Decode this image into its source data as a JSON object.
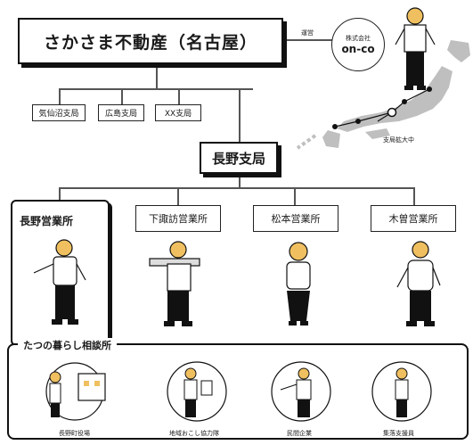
{
  "hq": {
    "title": "さかさま不動産（名古屋）"
  },
  "operator": {
    "label": "運営",
    "company_line1": "株式会社",
    "company_line2": "on-co"
  },
  "map": {
    "caption": "支局拡大中"
  },
  "branches_top": [
    "気仙沼支局",
    "広島支局",
    "XX支局"
  ],
  "regional": {
    "title": "長野支局"
  },
  "offices": {
    "nagano": "長野営業所",
    "shimosuwa": "下諏訪営業所",
    "matsumoto": "松本営業所",
    "kiso": "木曽営業所"
  },
  "consult": {
    "title": "たつの暮らし相談所",
    "members": [
      "長野町役場",
      "地域おこし協力隊",
      "民間企業",
      "集落支援員"
    ]
  }
}
